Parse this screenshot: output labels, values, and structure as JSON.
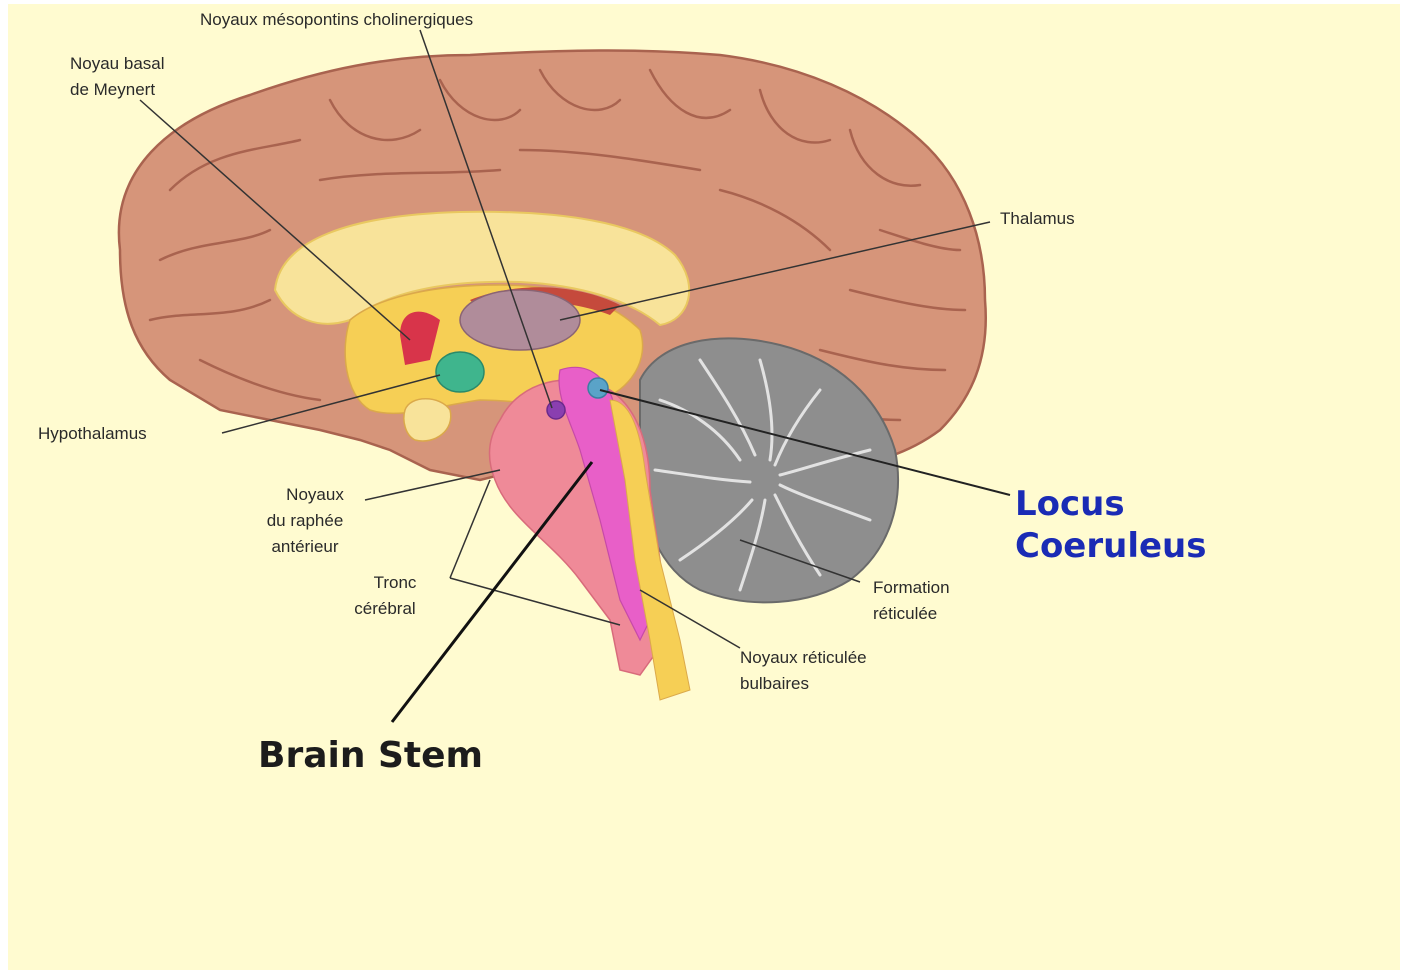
{
  "labels": {
    "noyaux_mesopontins": "Noyaux mésopontins cholinergiques",
    "noyau_basal_1": "Noyau basal",
    "noyau_basal_2": "de Meynert",
    "thalamus": "Thalamus",
    "hypothalamus": "Hypothalamus",
    "noyaux_raphe_1": "Noyaux",
    "noyaux_raphe_2": "du raphée",
    "noyaux_raphe_3": "antérieur",
    "tronc_1": "Tronc",
    "tronc_2": "cérébral",
    "formation_1": "Formation",
    "formation_2": "réticulée",
    "noyaux_reticules_1": "Noyaux réticulée",
    "noyaux_reticules_2": "bulbaires",
    "locus_1": "Locus",
    "locus_2": "Coeruleus",
    "brain_stem": "Brain Stem"
  },
  "colors": {
    "background": "#fffbd0",
    "cortex": "#d6957a",
    "cortex_dark": "#a9634f",
    "corpus_callosum": "#f8e39a",
    "cerebellum": "#8e8e8e",
    "brainstem_pink": "#ef8a98",
    "brainstem_magenta": "#e85fc8",
    "thalamus": "#b08c9a",
    "hypothalamus": "#3fb58d",
    "locus_label": "#1a2bb5",
    "label_text": "#2a2a2a"
  }
}
